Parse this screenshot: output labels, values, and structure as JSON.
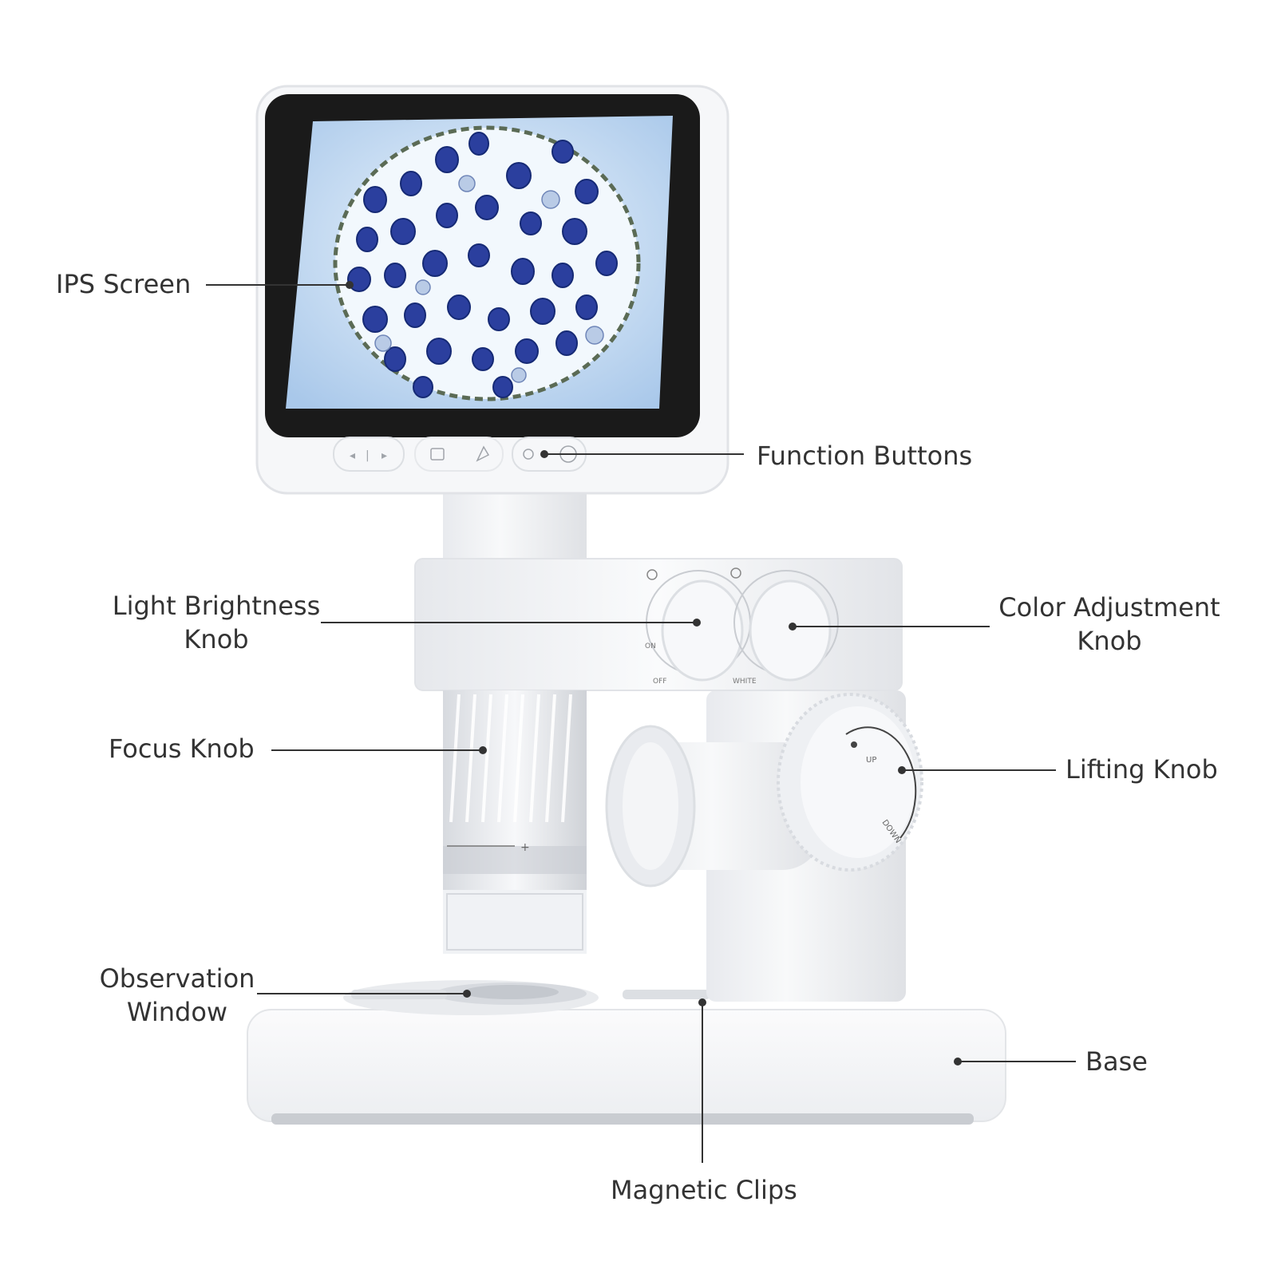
{
  "labels": {
    "ips_screen": "IPS Screen",
    "function_buttons": "Function Buttons",
    "light_brightness_knob": [
      "Light Brightness",
      "Knob"
    ],
    "color_adjustment_knob": [
      "Color Adjustment",
      "Knob"
    ],
    "focus_knob": "Focus Knob",
    "lifting_knob": "Lifting Knob",
    "observation_window": [
      "Observation",
      "Window"
    ],
    "base": "Base",
    "magnetic_clips": "Magnetic Clips"
  },
  "device_markings": {
    "brightness_knob_left": "ON",
    "brightness_knob_bottom": "OFF",
    "color_knob_bottom": "WHITE",
    "lifting_up": "UP",
    "lifting_down": "DOWN",
    "focus_plus": "+"
  },
  "colors": {
    "label_text": "#333333",
    "leader_line": "#333333",
    "device_body": "#f2f3f5",
    "screen_bezel": "#1a1a1a",
    "specimen_background": "#cfe3f5",
    "cell_stain": "#2b3f9e"
  },
  "icons": [
    "prev-icon",
    "next-icon",
    "camera-icon",
    "microscope-icon",
    "record-icon",
    "power-icon"
  ]
}
